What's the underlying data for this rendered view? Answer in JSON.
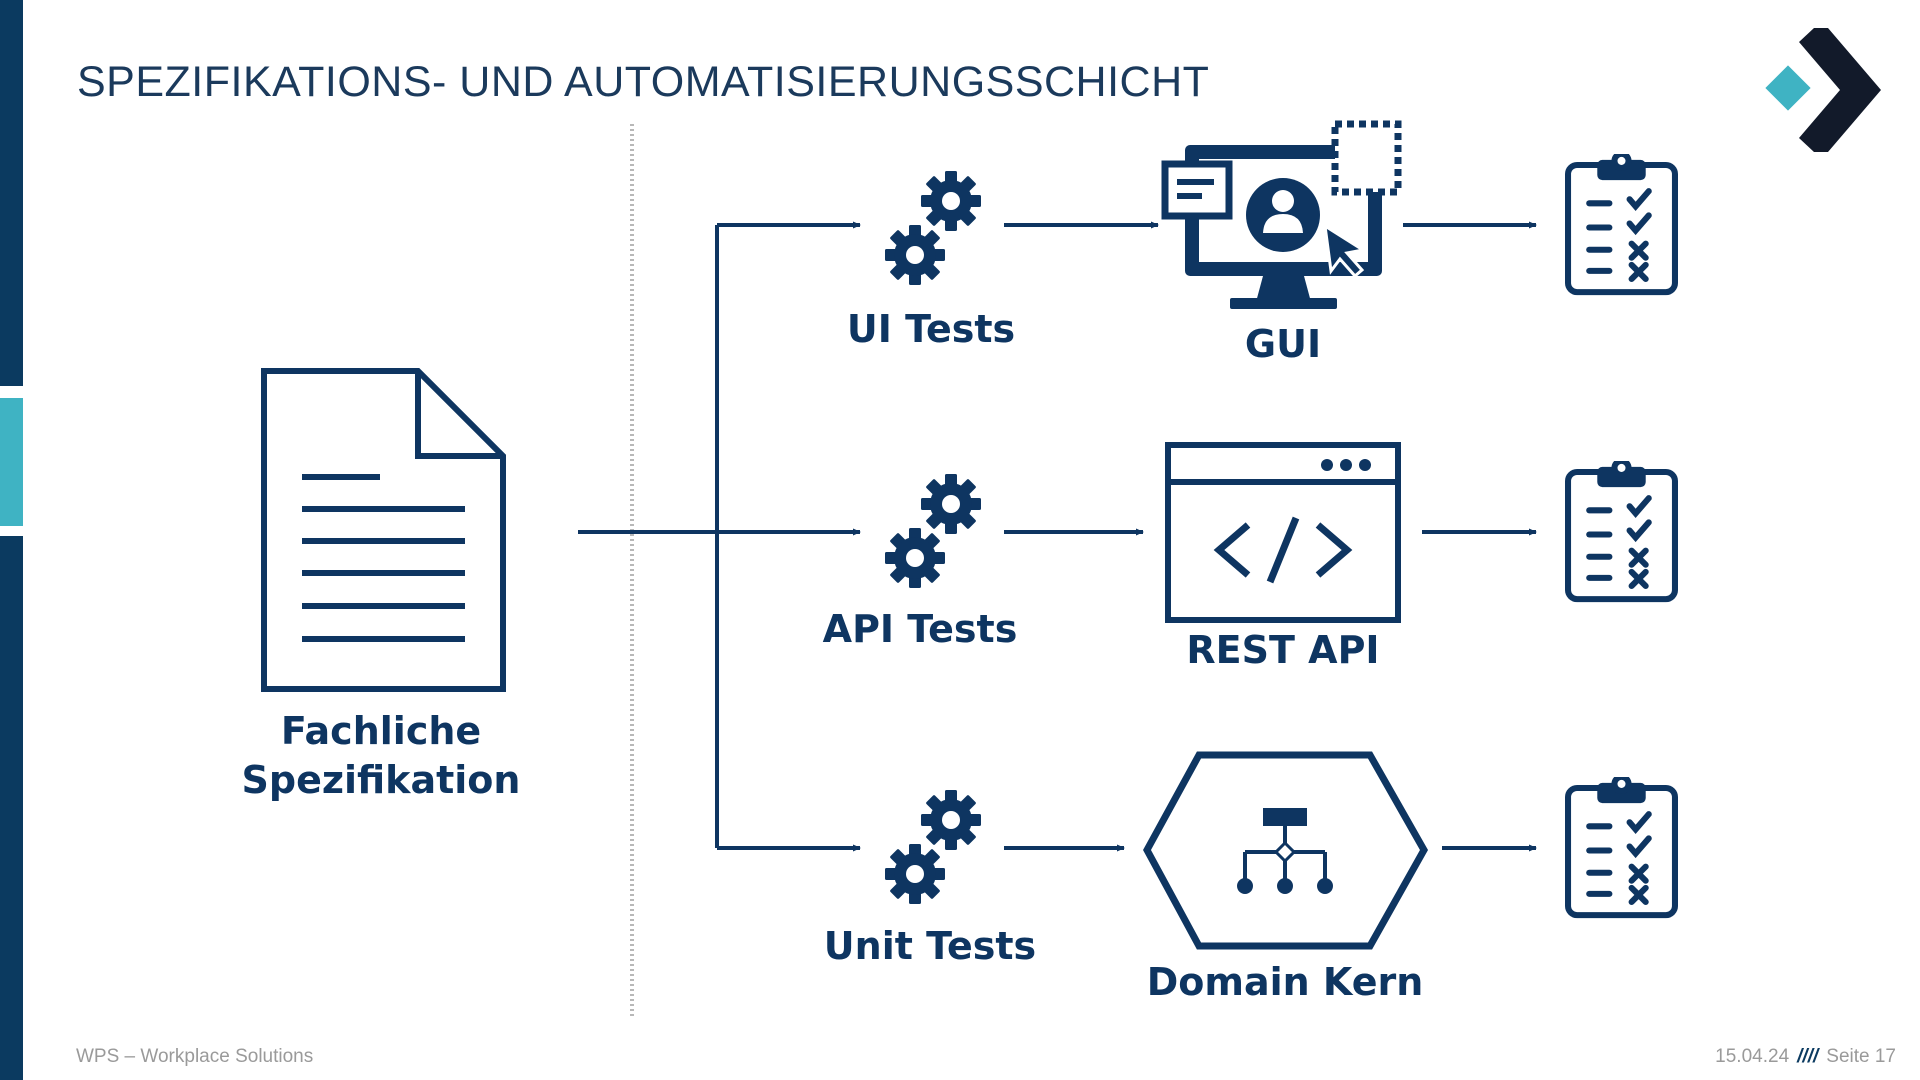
{
  "page": {
    "title": "SPEZIFIKATIONS- UND AUTOMATISIERUNGSSCHICHT"
  },
  "diagram": {
    "source": {
      "label_line1": "Fachliche",
      "label_line2": "Spezifikation",
      "icon": "document-icon"
    },
    "rows": [
      {
        "test_label": "UI Tests",
        "test_icon": "gears-icon",
        "target_label": "GUI",
        "target_icon": "monitor-user-icon",
        "result_icon": "checklist-clipboard-icon"
      },
      {
        "test_label": "API Tests",
        "test_icon": "gears-icon",
        "target_label": "REST API",
        "target_icon": "code-window-icon",
        "result_icon": "checklist-clipboard-icon"
      },
      {
        "test_label": "Unit Tests",
        "test_icon": "gears-icon",
        "target_label": "Domain Kern",
        "target_icon": "hexagon-hierarchy-icon",
        "result_icon": "checklist-clipboard-icon"
      }
    ]
  },
  "footer": {
    "company": "WPS – Workplace Solutions",
    "date": "15.04.24",
    "separator": "////",
    "page": "Seite 17"
  },
  "colors": {
    "navy": "#0e3561",
    "teal": "#3fb3c3",
    "logo_dark": "#121a2a",
    "divider": "#b8b8b8"
  }
}
